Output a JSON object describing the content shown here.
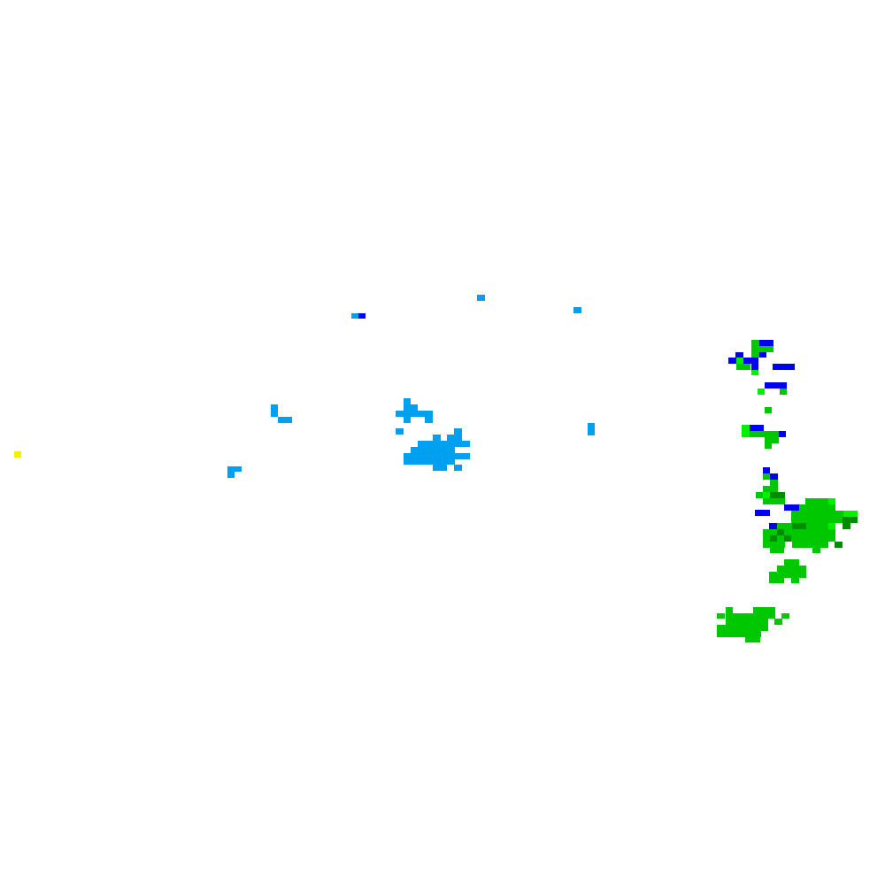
{
  "radar": {
    "background": "#ffffff",
    "palette": {
      "B": "#00a0f0",
      "D": "#0000f0",
      "G": "#00c800",
      "L": "#00f000",
      "K": "#008c00",
      "Y": "#f0f000"
    },
    "clusters": [
      {
        "id": "west-isolated-echo",
        "color_code": "Y"
      },
      {
        "id": "central-west-light-echoes",
        "color_code": "B"
      },
      {
        "id": "central-main-light-cell",
        "color_code": "B"
      },
      {
        "id": "northern-scattered-echoes",
        "color_code": "B"
      },
      {
        "id": "eastern-line-upper",
        "color_code": "G"
      },
      {
        "id": "eastern-main-cell",
        "color_code": "G"
      },
      {
        "id": "southeast-cell",
        "color_code": "G"
      }
    ]
  }
}
